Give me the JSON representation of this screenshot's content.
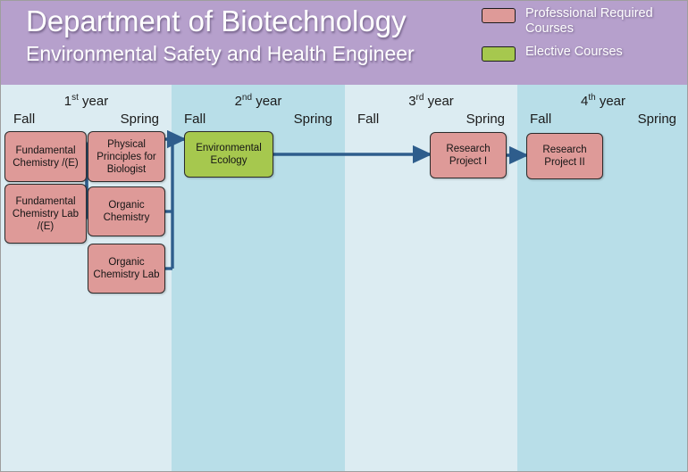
{
  "header": {
    "title": "Department of Biotechnology",
    "subtitle": "Environmental Safety and Health Engineer",
    "background_color": "#b6a0cc"
  },
  "legend": {
    "items": [
      {
        "label": "Professional Required Courses",
        "color": "#de9a98",
        "type": "required"
      },
      {
        "label": "Elective Courses",
        "color": "#a6c84e",
        "type": "elective"
      }
    ]
  },
  "columns": [
    {
      "year": "1",
      "ordinal": "st",
      "year_label": "year",
      "fall": "Fall",
      "spring": "Spring",
      "background_color": "#dcecf2"
    },
    {
      "year": "2",
      "ordinal": "nd",
      "year_label": "year",
      "fall": "Fall",
      "spring": "Spring",
      "background_color": "#b8dee8"
    },
    {
      "year": "3",
      "ordinal": "rd",
      "year_label": "year",
      "fall": "Fall",
      "spring": "Spring",
      "background_color": "#dcecf2"
    },
    {
      "year": "4",
      "ordinal": "th",
      "year_label": "year",
      "fall": "Fall",
      "spring": "Spring",
      "background_color": "#b8dee8"
    }
  ],
  "courses": [
    {
      "id": "fund-chem",
      "name": "Fundamental Chemistry /(E)",
      "type": "required",
      "year": 1,
      "term": "Fall"
    },
    {
      "id": "fund-chem-lab",
      "name": "Fundamental Chemistry Lab /(E)",
      "type": "required",
      "year": 1,
      "term": "Fall"
    },
    {
      "id": "phys-principles",
      "name": "Physical Principles for Biologist",
      "type": "required",
      "year": 1,
      "term": "Spring"
    },
    {
      "id": "organic-chem",
      "name": "Organic Chemistry",
      "type": "required",
      "year": 1,
      "term": "Spring"
    },
    {
      "id": "organic-chem-lab",
      "name": "Organic Chemistry Lab",
      "type": "required",
      "year": 1,
      "term": "Spring"
    },
    {
      "id": "env-ecology",
      "name": "Environmental Ecology",
      "type": "elective",
      "year": 2,
      "term": "Fall"
    },
    {
      "id": "research-1",
      "name": "Research Project I",
      "type": "required",
      "year": 3,
      "term": "Spring"
    },
    {
      "id": "research-2",
      "name": "Research Project II",
      "type": "required",
      "year": 4,
      "term": "Fall"
    }
  ],
  "flow": {
    "arrow_color": "#2e5d8c",
    "connections": [
      {
        "from": "fund-chem",
        "to": "phys-principles"
      },
      {
        "from": "fund-chem-lab",
        "to": "organic-chem"
      },
      {
        "from": "phys-principles",
        "to": "env-ecology"
      },
      {
        "from": "organic-chem",
        "to": "env-ecology"
      },
      {
        "from": "organic-chem-lab",
        "to": "env-ecology"
      },
      {
        "from": "env-ecology",
        "to": "research-1"
      },
      {
        "from": "research-1",
        "to": "research-2"
      }
    ]
  }
}
